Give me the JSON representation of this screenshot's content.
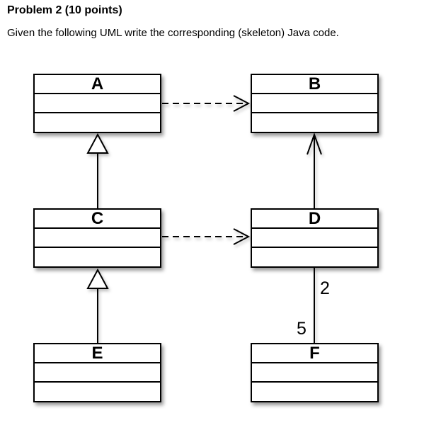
{
  "header": {
    "title": "Problem 2 (10 points)",
    "instruction": "Given the following UML write the corresponding (skeleton) Java code."
  },
  "diagram": {
    "classes": [
      {
        "name": "A"
      },
      {
        "name": "B"
      },
      {
        "name": "C"
      },
      {
        "name": "D"
      },
      {
        "name": "E"
      },
      {
        "name": "F"
      }
    ],
    "relationships": [
      {
        "type": "dependency",
        "from": "A",
        "to": "B",
        "line": "dashed",
        "arrowhead": "open"
      },
      {
        "type": "dependency",
        "from": "C",
        "to": "D",
        "line": "dashed",
        "arrowhead": "open"
      },
      {
        "type": "generalization",
        "from": "C",
        "to": "A",
        "line": "solid",
        "arrowhead": "hollow-triangle"
      },
      {
        "type": "generalization",
        "from": "E",
        "to": "C",
        "line": "solid",
        "arrowhead": "hollow-triangle"
      },
      {
        "type": "directed-association",
        "from": "D",
        "to": "B",
        "line": "solid",
        "arrowhead": "open"
      },
      {
        "type": "association",
        "from": "D",
        "to": "F",
        "line": "solid",
        "arrowhead": "none",
        "multiplicity_d_end": "2",
        "multiplicity_f_end": "5"
      }
    ],
    "multiplicities": {
      "d_end": "2",
      "f_end": "5"
    },
    "colors": {
      "stroke": "#000000",
      "fill": "#ffffff"
    }
  }
}
